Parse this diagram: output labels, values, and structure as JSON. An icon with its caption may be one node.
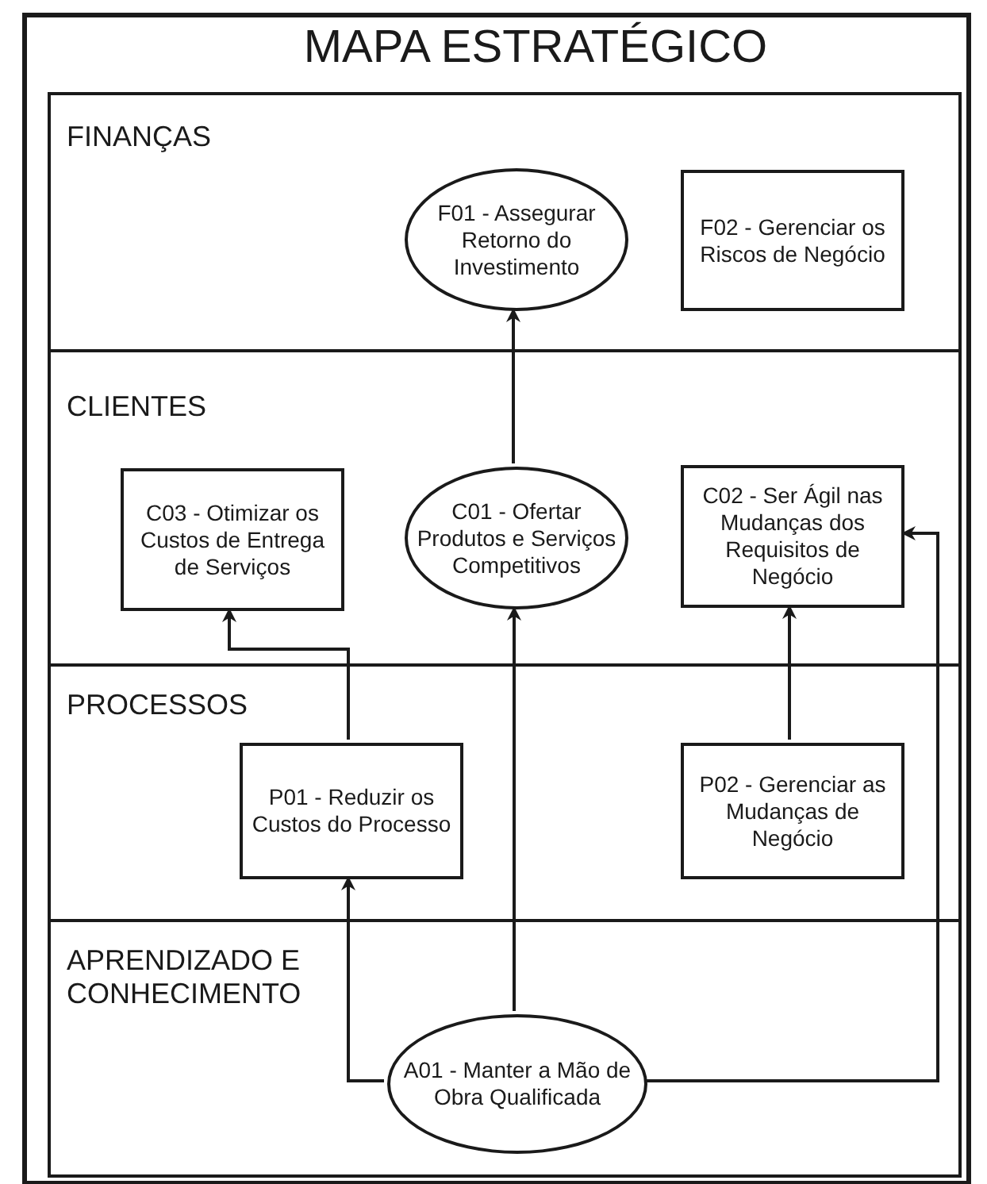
{
  "diagram": {
    "title": "MAPA ESTRATÉGICO",
    "nodes": [
      {
        "text": [
          "FINANÇAS"
        ]
      },
      {
        "text": [
          "F01 - Assegurar Retorno do Investimento"
        ],
        "in": 0
      },
      {
        "text": [
          "F02 - Gerenciar os Riscos de Negócio"
        ],
        "in": 0
      },
      {
        "text": [
          "CLIENTES"
        ]
      },
      {
        "text": [
          "C03 - Otimizar os Custos de Entrega de Serviços"
        ],
        "in": 3
      },
      {
        "text": [
          "C01 - Ofertar Produtos e Serviços Competitivos"
        ],
        "in": 3
      },
      {
        "text": [
          "C02 - Ser Ágil nas Mudanças dos Requisitos de Negócio"
        ],
        "in": 3
      },
      {
        "text": [
          "PROCESSOS"
        ]
      },
      {
        "text": [
          "P01 - Reduzir os Custos do Processo"
        ],
        "in": 7
      },
      {
        "text": [
          "P02 - Gerenciar as Mudanças de Negócio"
        ],
        "in": 7
      },
      {
        "text": [
          "APRENDIZADO E CONHECIMENTO"
        ]
      },
      {
        "text": [
          "A01 - Manter a Mão de Obra Qualificada"
        ],
        "in": 10
      }
    ],
    "edges": [
      {
        "from": 5,
        "to": 1,
        "arrow": "to"
      },
      {
        "from": 8,
        "to": 4,
        "arrow": "to"
      },
      {
        "from": 11,
        "to": 5,
        "arrow": "to"
      },
      {
        "from": 9,
        "to": 6,
        "arrow": "to"
      },
      {
        "from": 11,
        "to": 8,
        "arrow": "to"
      },
      {
        "from": 11,
        "to": 6,
        "arrow": "to"
      }
    ]
  }
}
